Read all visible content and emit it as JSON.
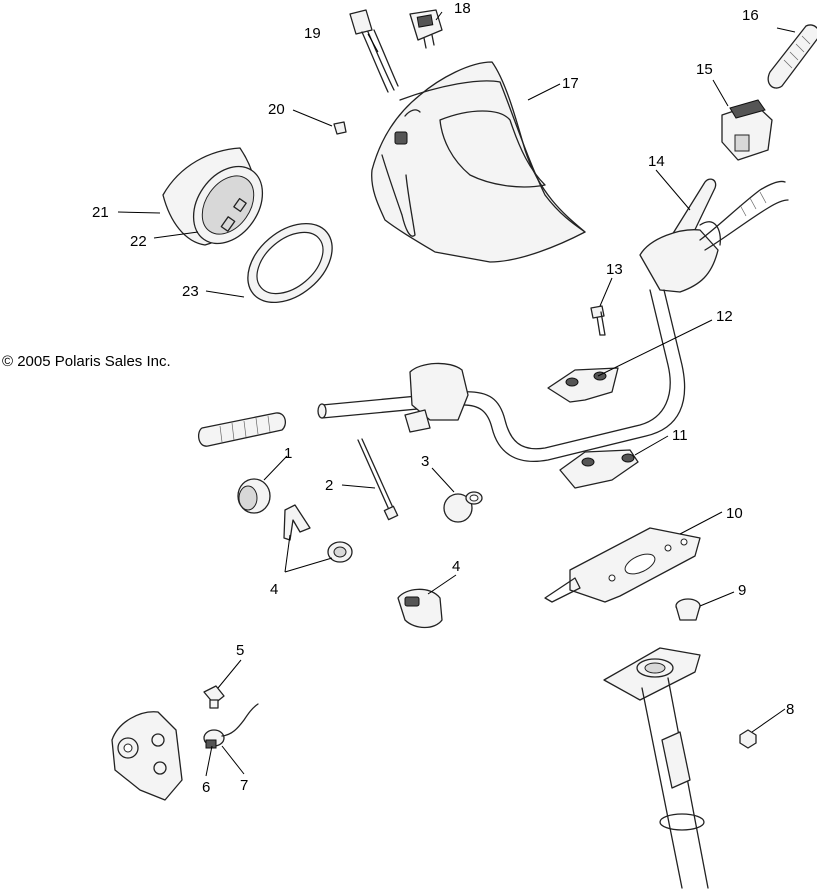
{
  "diagram": {
    "copyright": "© 2005 Polaris Sales Inc.",
    "callouts": [
      "1",
      "2",
      "3",
      "4",
      "4",
      "5",
      "6",
      "7",
      "8",
      "9",
      "10",
      "11",
      "12",
      "13",
      "14",
      "15",
      "16",
      "17",
      "18",
      "19",
      "20",
      "21",
      "22",
      "23"
    ]
  }
}
